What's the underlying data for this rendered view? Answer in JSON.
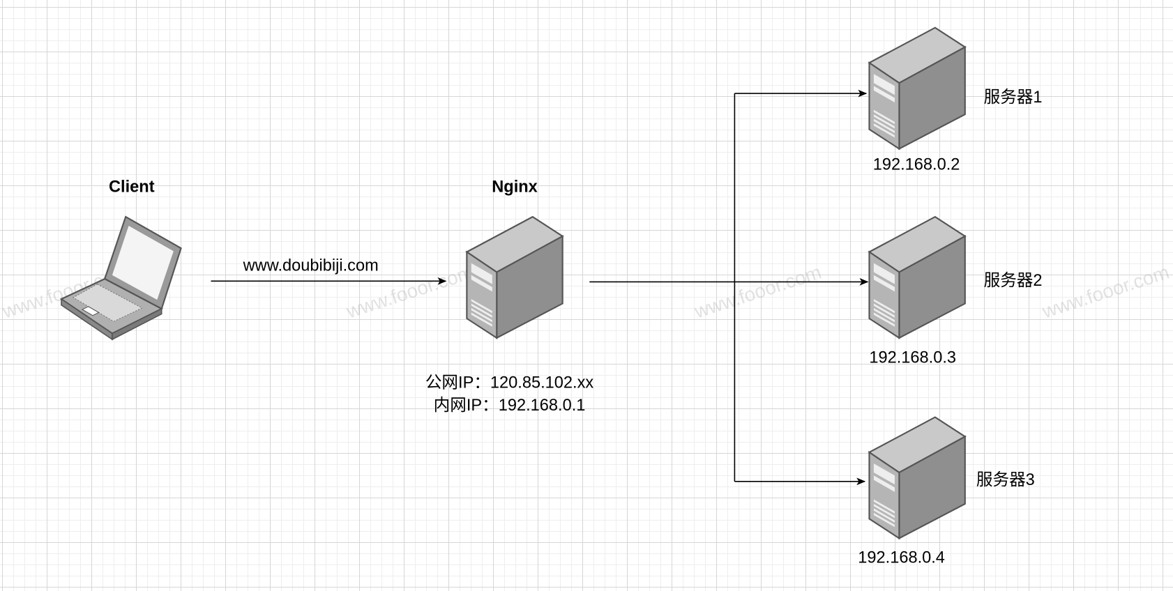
{
  "client": {
    "label": "Client",
    "link_label": "www.doubibiji.com"
  },
  "nginx": {
    "label": "Nginx",
    "public_ip": "公网IP：120.85.102.xx",
    "private_ip": "内网IP：192.168.0.1"
  },
  "servers": [
    {
      "label": "服务器1",
      "ip": "192.168.0.2"
    },
    {
      "label": "服务器2",
      "ip": "192.168.0.3"
    },
    {
      "label": "服务器3",
      "ip": "192.168.0.4"
    }
  ],
  "watermark": "www.fooor.com",
  "colors": {
    "server_front": "#b5b5b5",
    "server_side": "#8f8f8f",
    "server_top": "#c9c9c9",
    "line": "#000000"
  }
}
